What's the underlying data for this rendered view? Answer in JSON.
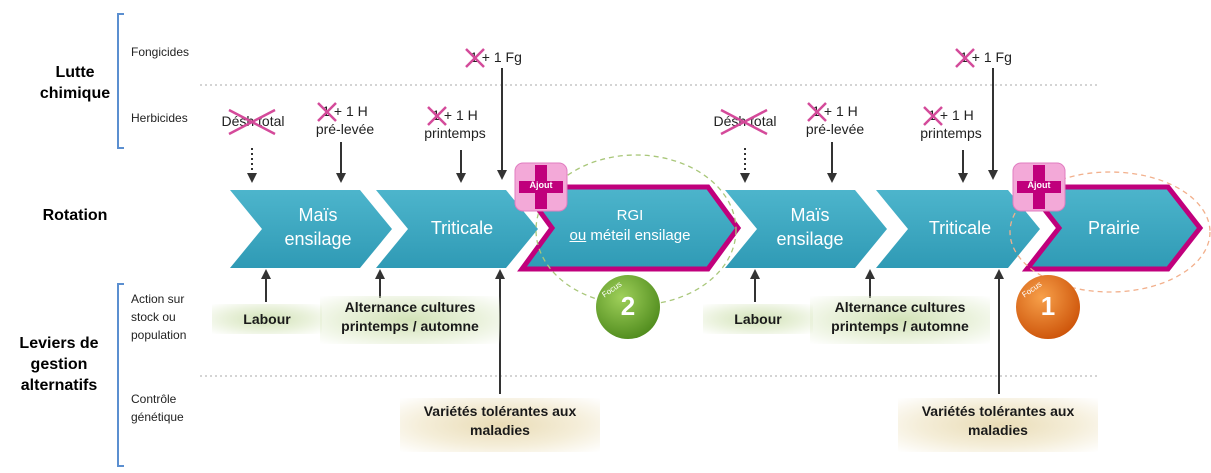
{
  "sections": {
    "lutte": "Lutte chimique",
    "rotation": "Rotation",
    "leviers": "Leviers de gestion alternatifs"
  },
  "rows": {
    "fongicides": "Fongicides",
    "herbicides": "Herbicides",
    "action": "Action sur stock ou population",
    "controle": "Contrôle génétique"
  },
  "rotation": {
    "mais": "Maïs ensilage",
    "triticale": "Triticale",
    "rgi_line1": "RGI",
    "rgi_ou": "ou",
    "rgi_rest": " méteil ensilage",
    "prairie": "Prairie"
  },
  "chem": {
    "desh": "Désh total",
    "pre_n": "1",
    "pre_rest": " + 1 H",
    "pre_sub": "pré-levée",
    "print_n": "1",
    "print_rest": " + 1 H",
    "print_sub": "printemps",
    "fg_n": "1",
    "fg_rest": " + 1 Fg"
  },
  "ajout": "Ajout",
  "focus": {
    "tag": "Focus",
    "one": "1",
    "two": "2"
  },
  "levers": {
    "labour": "Labour",
    "alternance": "Alternance cultures printemps / automne",
    "varietes": "Variétés tolérantes aux maladies"
  },
  "colors": {
    "chevron": "#3aa8c1",
    "magenta": "#c0007c",
    "focus1": "#e36a10",
    "focus2": "#6fa626"
  }
}
